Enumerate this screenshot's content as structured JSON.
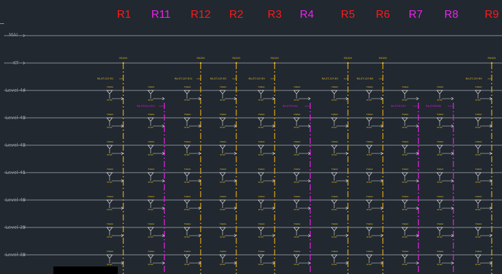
{
  "colors": {
    "background": "#212830",
    "level_line": "#aab0b7",
    "level_text": "#8d939b",
    "riser_red": "#ff1a1a",
    "riser_magenta": "#ee22ee",
    "pipe_orange": "#d8a015",
    "pipe_magenta": "#e020e0",
    "fixture": "#e8e8e8",
    "tag_yellow": "#e8c020"
  },
  "risers": [
    {
      "name": "R1",
      "color": "red",
      "tag": "RA-ST-12F-R1"
    },
    {
      "name": "R11",
      "color": "magenta",
      "tag": "RA-ST-R11-R11"
    },
    {
      "name": "R12",
      "color": "red",
      "tag": "RA-ST-12F-R12"
    },
    {
      "name": "R2",
      "color": "red",
      "tag": "RA-ST-12F-R2"
    },
    {
      "name": "R3",
      "color": "red",
      "tag": "RA-ST-12F-R3"
    },
    {
      "name": "R4",
      "color": "magenta",
      "tag": "RA-ST-R4-R4"
    },
    {
      "name": "R5",
      "color": "red",
      "tag": "RA-ST-12F-R5"
    },
    {
      "name": "R6",
      "color": "red",
      "tag": "RA-ST-12F-R6"
    },
    {
      "name": "R7",
      "color": "magenta",
      "tag": "RA-ST-R7-R7"
    },
    {
      "name": "R8",
      "color": "magenta",
      "tag": "RA-ST-R8-R8"
    },
    {
      "name": "R9",
      "color": "red",
      "tag": "RA-ST-12F-R9"
    }
  ],
  "levels": [
    {
      "label": "MAI"
    },
    {
      "label": "KT"
    },
    {
      "label": "Level 44"
    },
    {
      "label": "Level 43"
    },
    {
      "label": "Level 42"
    },
    {
      "label": "Level 41"
    },
    {
      "label": "Level 40"
    },
    {
      "label": "Level 39"
    },
    {
      "label": "Level 38"
    }
  ],
  "kt_tag": "R0100",
  "fixture_top_tag": "F0400",
  "fixture_bottom_tag": "ST00"
}
